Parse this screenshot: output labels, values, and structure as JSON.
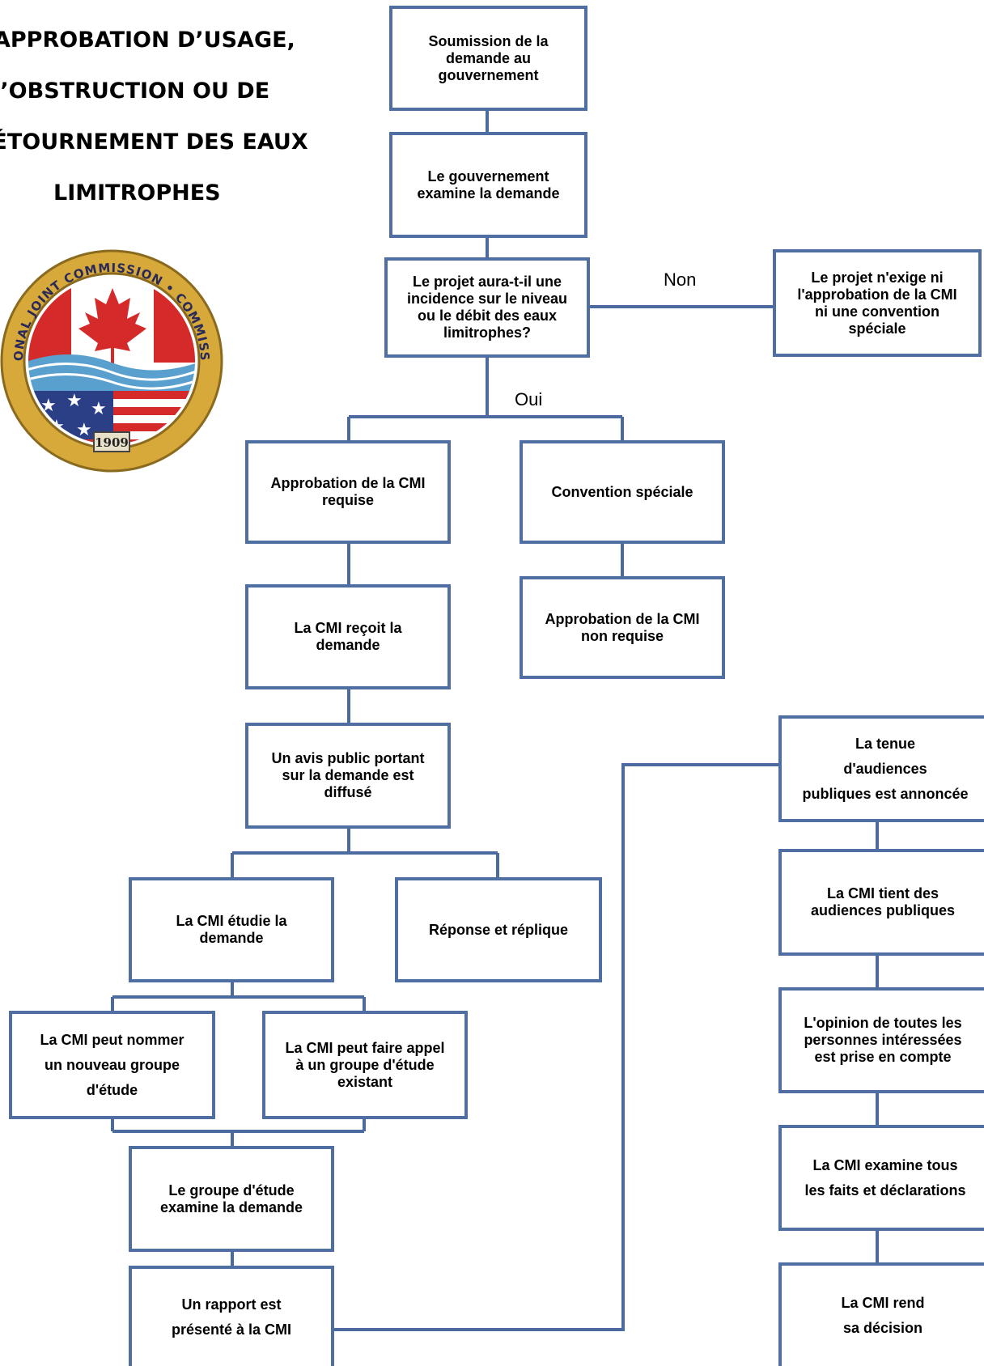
{
  "title": {
    "lines": [
      "APPROBATION D’USAGE,",
      "D’OBSTRUCTION OU DE",
      "DÉTOURNEMENT DES EAUX",
      "LIMITROPHES"
    ]
  },
  "seal": {
    "outer_text": "INTERNATIONAL JOINT COMMISSION • COMMISSION MIXTE INTERNATIONALE",
    "year": "1909",
    "colors": {
      "ring": "#d7a93a",
      "red": "#d42a2a",
      "blue": "#2b3f86",
      "water": "#5aa0cf"
    }
  },
  "colors": {
    "box_border": "#4f6fa3",
    "connector": "#4a6aa0"
  },
  "flow": {
    "submission": "Soumission de la\ndemande au\ngouvernement",
    "gov_review": "Le gouvernement\nexamine la demande",
    "question": "Le projet aura-t-il une\nincidence sur le niveau\nou le débit des eaux\nlimitrophes?",
    "no_label": "Non",
    "no_result": "Le projet n'exige ni\nl'approbation de la CMI\nni une convention\nspéciale",
    "yes_label": "Oui",
    "ijc_required": "Approbation de la CMI\nrequise",
    "special_agreement": "Convention spéciale",
    "ijc_not_required": "Approbation de la CMI\nnon requise",
    "ijc_receives": "La CMI reçoit la\ndemande",
    "public_notice": "Un avis public portant\nsur la demande est\ndiffusé",
    "ijc_studies": "La CMI étudie la\ndemande",
    "response_reply": "Réponse et réplique",
    "new_study_group": "La CMI peut nommer\nun nouveau groupe\nd'étude",
    "existing_study_group": "La CMI peut faire appel\nà un groupe d'étude\nexistant",
    "study_group_reviews": "Le groupe d'étude\nexamine la demande",
    "report_presented": "Un rapport est\nprésenté à la CMI",
    "hearings_announced": "La tenue\nd'audiences\npubliques est annoncée",
    "hearings_held": "La CMI tient des\naudiences publiques",
    "opinions_considered": "L'opinion de toutes les\npersonnes intéressées\nest prise en compte",
    "facts_reviewed": "La CMI examine tous\nles faits et déclarations",
    "decision": "La CMI rend\nsa décision"
  }
}
